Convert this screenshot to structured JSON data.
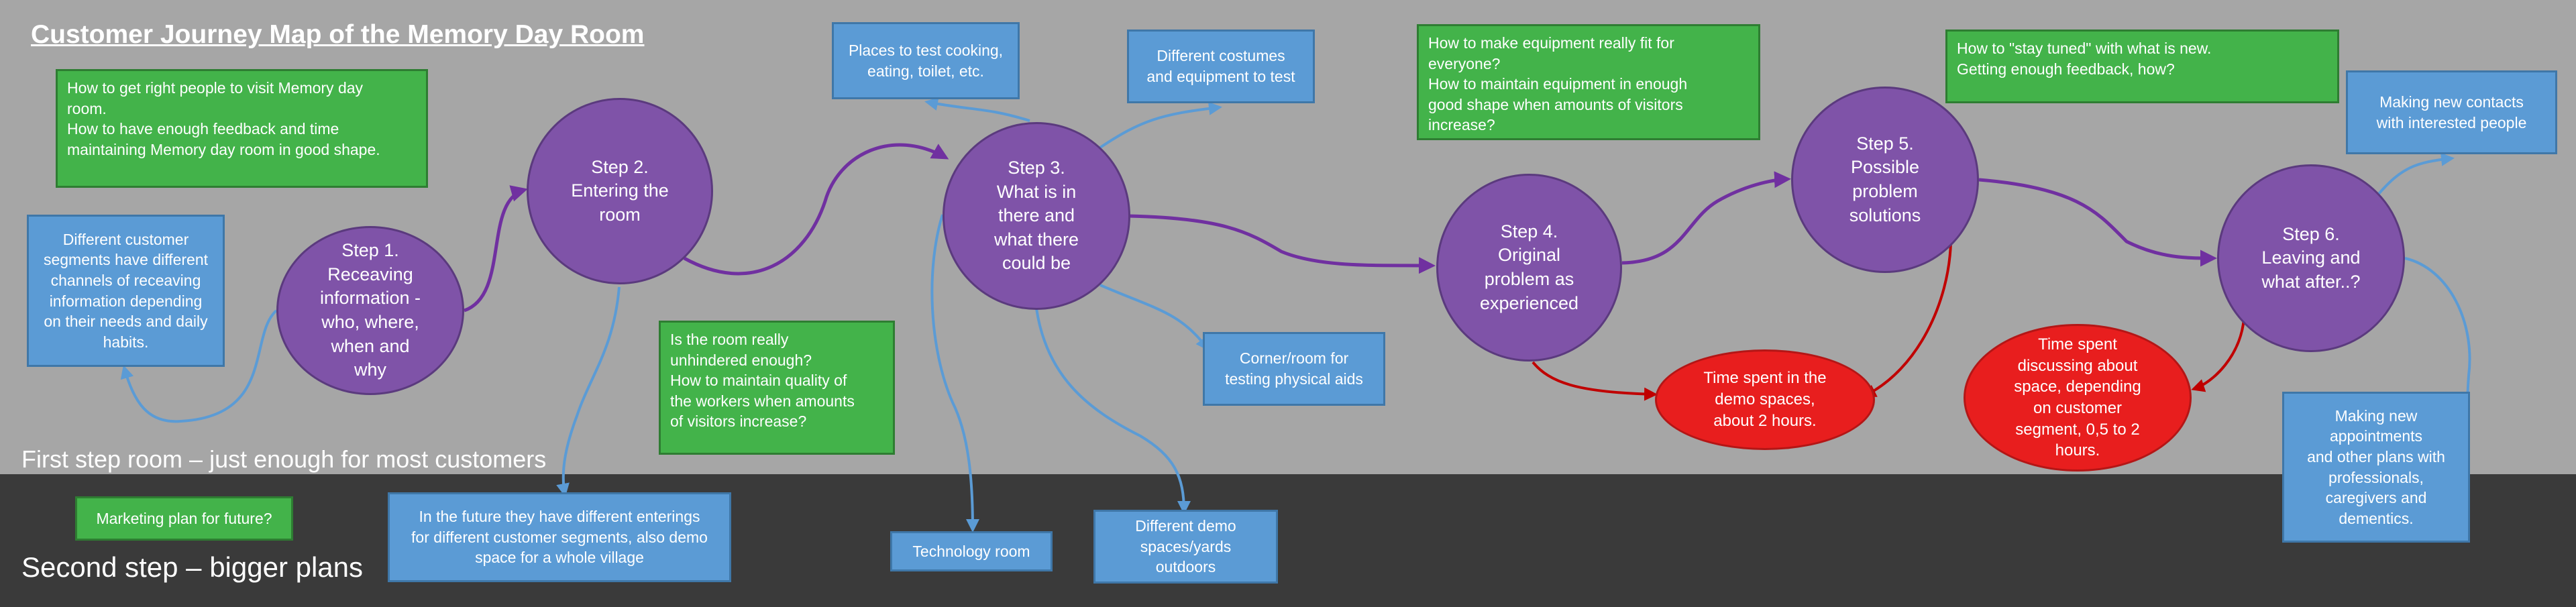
{
  "title": "Customer Journey Map of the Memory Day Room",
  "band_labels": {
    "first": "First step room – just enough for most customers",
    "second": "Second step – bigger plans"
  },
  "steps": [
    {
      "label": "Step 1.\nReceaving\ninformation  -\nwho, where,\nwhen and\nwhy"
    },
    {
      "label": "Step 2.\nEntering the\nroom"
    },
    {
      "label": "Step 3.\nWhat is in\nthere and\nwhat there\ncould be"
    },
    {
      "label": "Step 4.\nOriginal\nproblem as\nexperienced"
    },
    {
      "label": "Step 5.\nPossible\nproblem\nsolutions"
    },
    {
      "label": "Step 6.\nLeaving and\nwhat after..?"
    }
  ],
  "time_spent": [
    {
      "label": "Time spent in the\ndemo spaces,\nabout 2 hours."
    },
    {
      "label": "Time spent\ndiscussing about\nspace, depending\non customer\nsegment, 0,5 to 2\nhours."
    }
  ],
  "questions": [
    {
      "label": "How to get right people to visit Memory day\nroom.\nHow to have enough feedback and time\nmaintaining Memory day room in good shape."
    },
    {
      "label": "Is the room really\nunhindered enough?\nHow to maintain quality of\nthe workers when amounts\nof visitors increase?"
    },
    {
      "label": "How to make equipment really fit for\neveryone?\nHow to maintain equipment in enough\ngood shape when amounts of visitors\nincrease?"
    },
    {
      "label": "How to \"stay tuned\" with what is new.\nGetting enough feedback, how?"
    },
    {
      "label": "Marketing plan for future?"
    }
  ],
  "notes": [
    {
      "label": "Different customer\nsegments have different\nchannels of receaving\ninformation depending\non their needs and daily\nhabits."
    },
    {
      "label": "Places to test cooking,\neating, toilet, etc."
    },
    {
      "label": "Different costumes\nand equipment to test"
    },
    {
      "label": "Corner/room for\ntesting physical aids"
    },
    {
      "label": "Making new contacts\nwith interested people"
    },
    {
      "label": "In the future they have different  enterings\nfor different customer segments, also demo\nspace for a whole village"
    },
    {
      "label": "Technology room"
    },
    {
      "label": "Different demo\nspaces/yards\noutdoors"
    },
    {
      "label": "Making new\nappointments\nand other plans with\nprofessionals,\ncaregivers and\ndementics."
    }
  ],
  "colors": {
    "top_band": "#a6a6a6",
    "bottom_band": "#3a3a3a",
    "step_circle": "#7f53a8",
    "time_circle": "#e81e1e",
    "note_box": "#5b9bd5",
    "question_box": "#43b34a",
    "flow_line": "#7030a0",
    "note_line": "#5b9bd5",
    "time_line": "#c00000"
  }
}
